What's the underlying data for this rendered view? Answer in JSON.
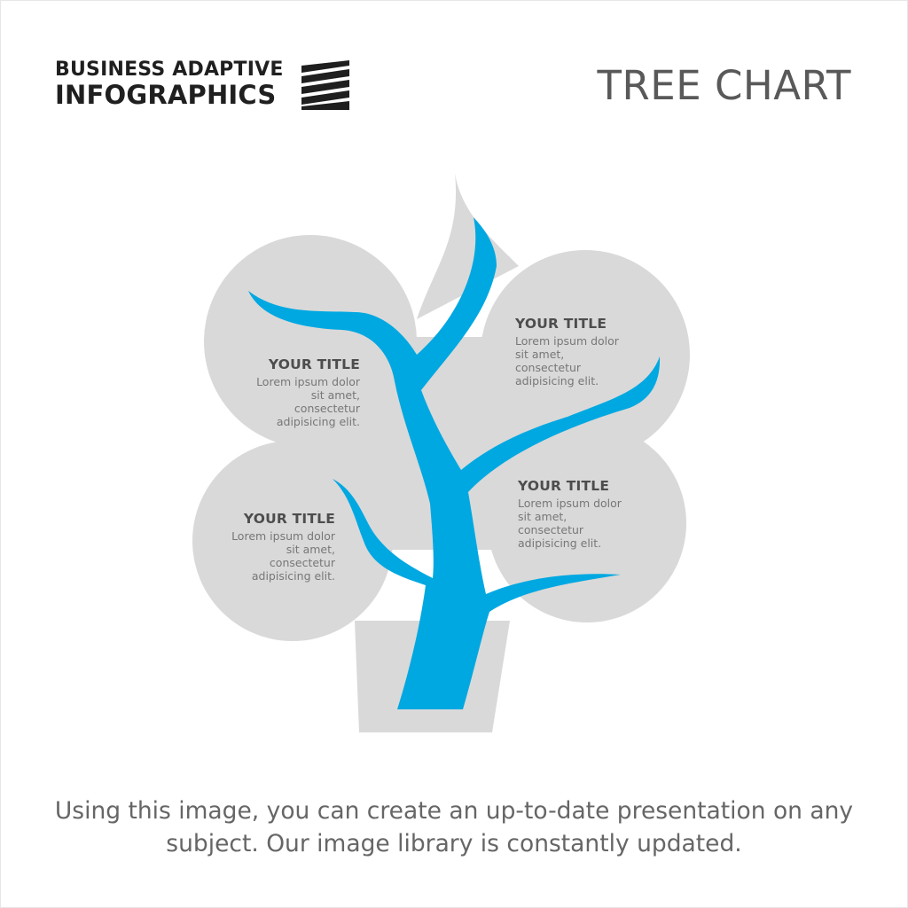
{
  "header": {
    "brand_line1": "BUSINESS ADAPTIVE",
    "brand_line2": "INFOGRAPHICS",
    "title": "TREE CHART"
  },
  "labels": [
    {
      "title": "YOUR TITLE",
      "body": "Lorem ipsum dolor sit amet, consectetur adipisicing elit."
    },
    {
      "title": "YOUR TITLE",
      "body": "Lorem ipsum dolor sit amet, consectetur adipisicing elit."
    },
    {
      "title": "YOUR TITLE",
      "body": "Lorem ipsum dolor sit amet, consectetur adipisicing elit."
    },
    {
      "title": "YOUR TITLE",
      "body": "Lorem ipsum dolor sit amet, consectetur adipisicing elit."
    }
  ],
  "caption": "Using this image, you can create an up-to-date presentation on any subject. Our image library is constantly updated.",
  "colors": {
    "trunk": "#00a8e1",
    "crown": "#d9d9d9",
    "brand": "#1f1f1f",
    "title": "#595959"
  }
}
